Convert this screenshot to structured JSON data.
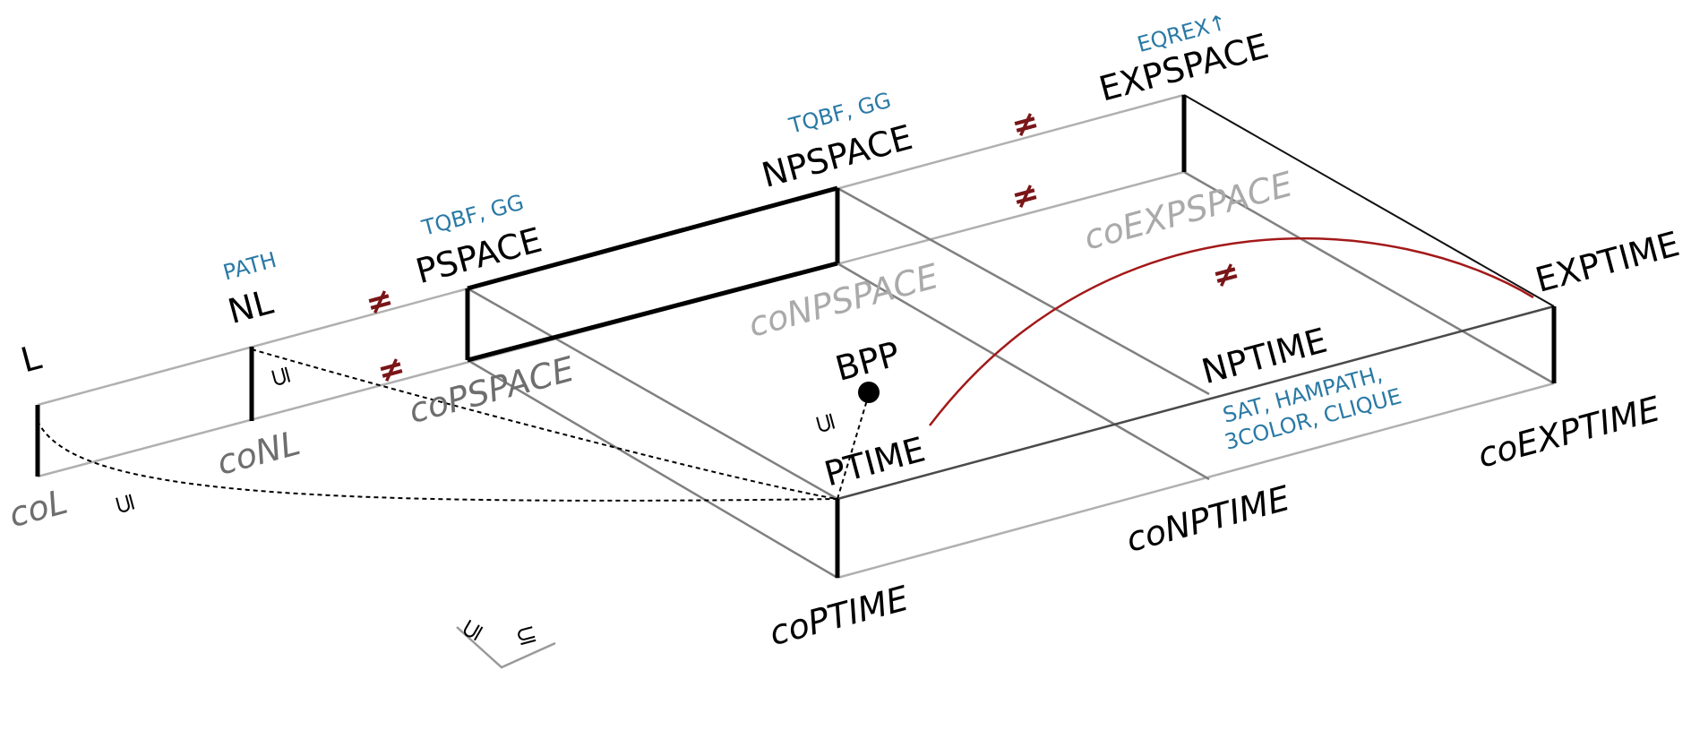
{
  "colors": {
    "class_label": "#000000",
    "complement_label_dark": "#6e6e6e",
    "complement_label_light": "#aaaaaa",
    "problem_label": "#2a7aa5",
    "separation_mark": "#7a1518",
    "separation_curve": "#a31919"
  },
  "classes": {
    "L": "L",
    "coL": "coL",
    "NL": "NL",
    "coNL": "coNL",
    "PSPACE": "PSPACE",
    "coPSPACE": "coPSPACE",
    "NPSPACE": "NPSPACE",
    "coNPSPACE": "coNPSPACE",
    "EXPSPACE": "EXPSPACE",
    "coEXPSPACE": "coEXPSPACE",
    "BPP": "BPP",
    "PTIME": "PTIME",
    "coPTIME": "coPTIME",
    "NPTIME": "NPTIME",
    "coNPTIME": "coNPTIME",
    "EXPTIME": "EXPTIME",
    "coEXPTIME": "coEXPTIME"
  },
  "problems": {
    "nl": "PATH",
    "pspace": "TQBF, GG",
    "npspace": "TQBF, GG",
    "expspace": "EQREX↑",
    "nptime_line1": "SAT, HAMPATH,",
    "nptime_line2": "3COLOR, CLIQUE"
  },
  "relations": {
    "not_equal": "≠",
    "subseteq": "⊆"
  }
}
